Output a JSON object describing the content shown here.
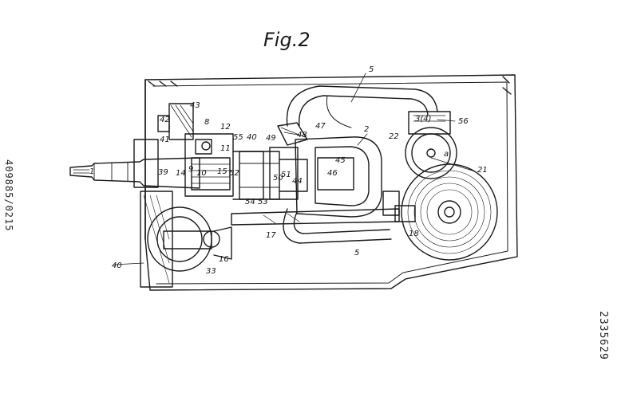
{
  "figure": {
    "title": "Fig.2",
    "left_margin_number": "409885/0215",
    "right_margin_number": "2335629"
  },
  "labels": [
    "5",
    "2",
    "3(4)",
    "56",
    "43",
    "42",
    "41",
    "8",
    "12",
    "11",
    "55",
    "40",
    "49",
    "48",
    "47",
    "45",
    "46",
    "22",
    "a",
    "21",
    "1",
    "39",
    "9",
    "10",
    "14",
    "15",
    "52",
    "51",
    "50",
    "44",
    "54",
    "53",
    "17",
    "5",
    "18",
    "40",
    "33",
    "16"
  ]
}
